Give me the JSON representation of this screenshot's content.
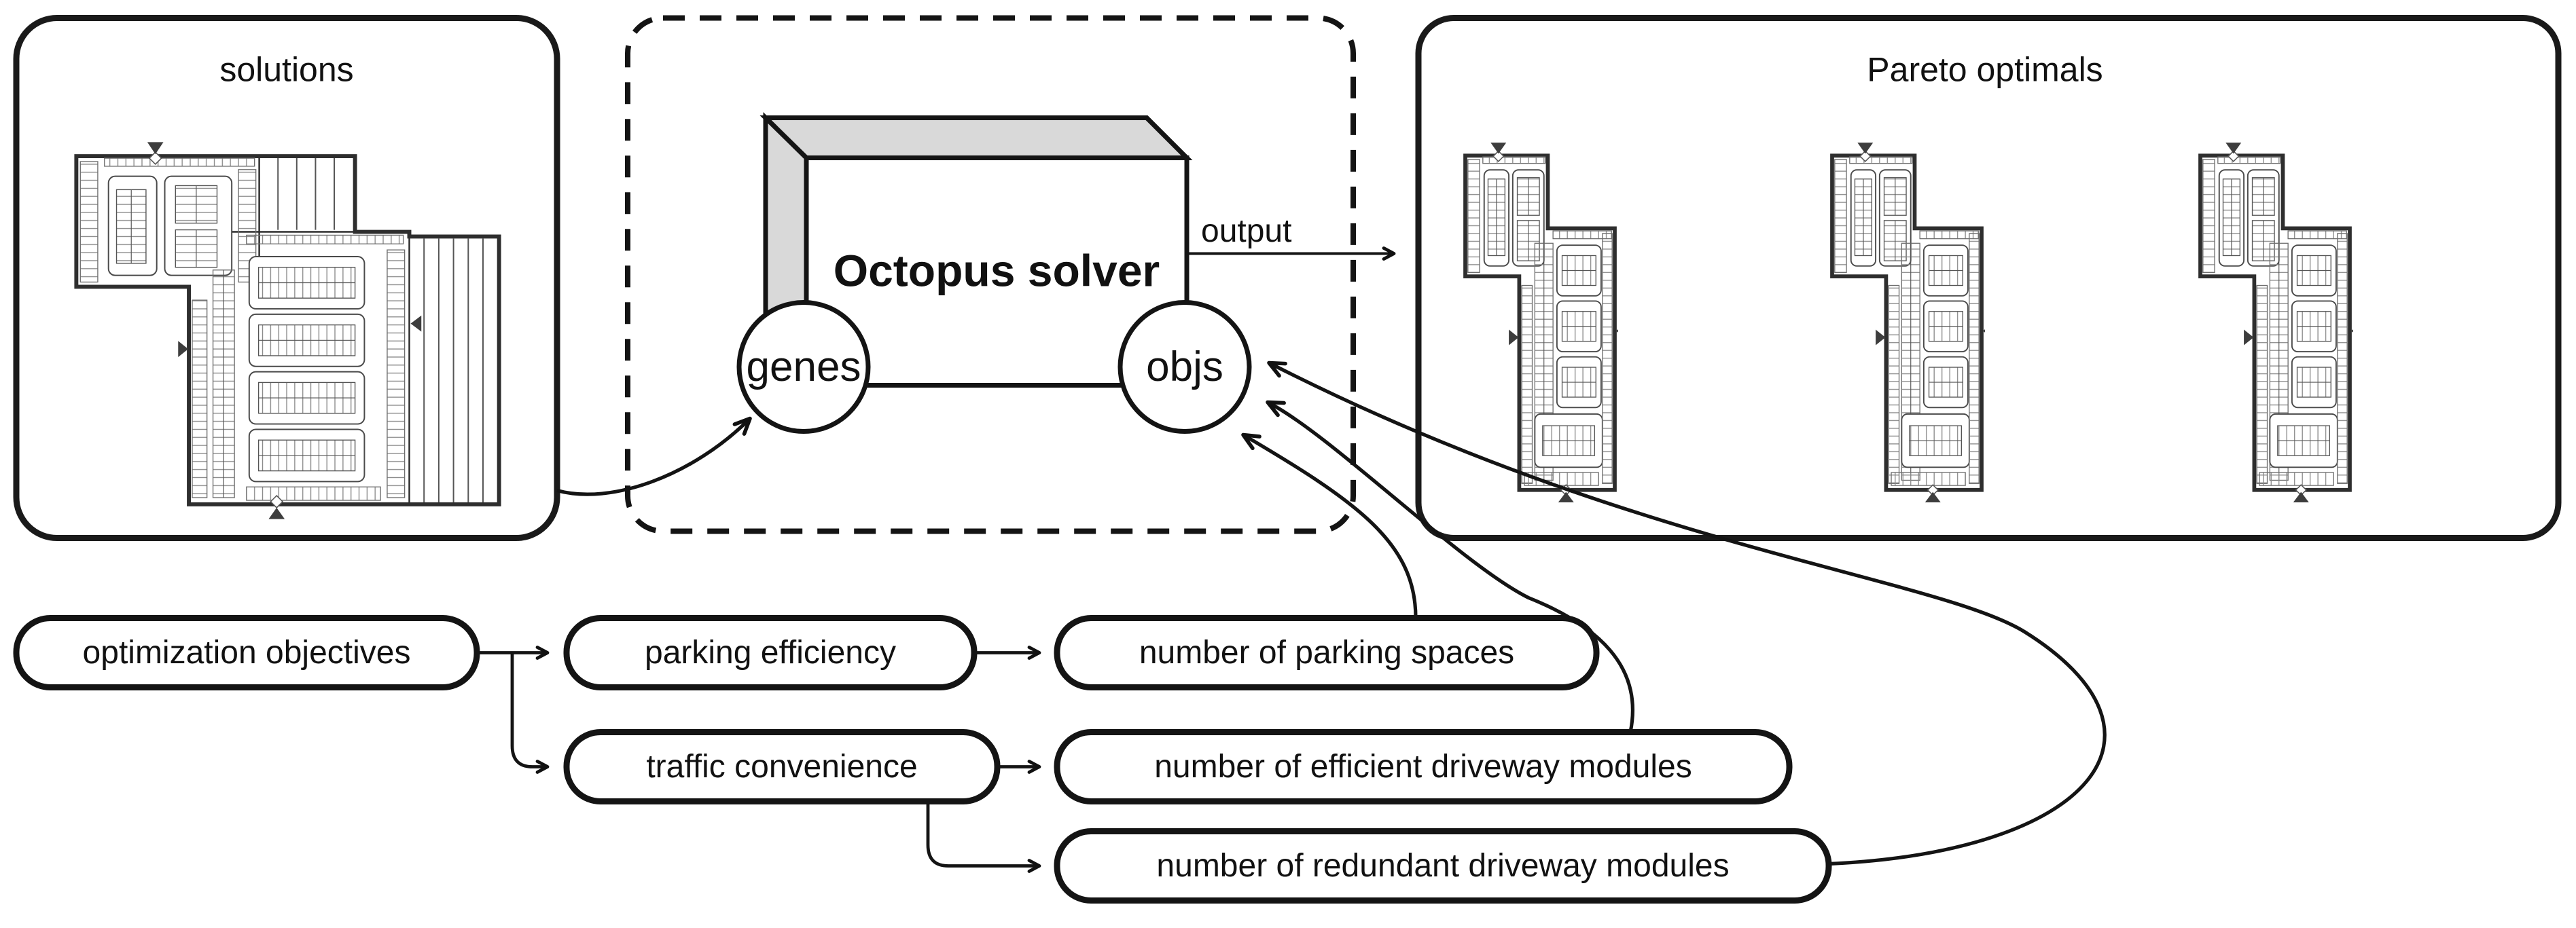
{
  "panels": {
    "solutions": {
      "title": "solutions"
    },
    "solver": {
      "title": "Octopus solver",
      "input_port_label": "genes",
      "output_port_label": "objs",
      "output_arrow_label": "output"
    },
    "pareto": {
      "title": "Pareto optimals",
      "layout_count": 3
    }
  },
  "objective_flow": {
    "root": {
      "label": "optimization objectives"
    },
    "objectives": [
      {
        "label": "parking efficiency"
      },
      {
        "label": "traffic convenience"
      }
    ],
    "metrics": [
      {
        "label": "number of parking spaces"
      },
      {
        "label": "number of efficient driveway modules"
      },
      {
        "label": "number of redundant driveway modules"
      }
    ]
  },
  "relations": [
    {
      "from": "solutions",
      "to": "genes"
    },
    {
      "from": "objs",
      "to": "Pareto optimals",
      "label": "output"
    },
    {
      "from": "optimization objectives",
      "to": "parking efficiency"
    },
    {
      "from": "optimization objectives",
      "to": "traffic convenience"
    },
    {
      "from": "parking efficiency",
      "to": "number of parking spaces"
    },
    {
      "from": "traffic convenience",
      "to": "number of efficient driveway modules"
    },
    {
      "from": "traffic convenience",
      "to": "number of redundant driveway modules"
    },
    {
      "from": "number of parking spaces",
      "to": "objs"
    },
    {
      "from": "number of efficient driveway modules",
      "to": "objs"
    },
    {
      "from": "number of redundant driveway modules",
      "to": "objs"
    }
  ],
  "colors": {
    "line": "#1a1a1a",
    "solver_box_side_fill": "#d9d9d9",
    "panel_fill": "#ffffff",
    "background": "#ffffff"
  }
}
